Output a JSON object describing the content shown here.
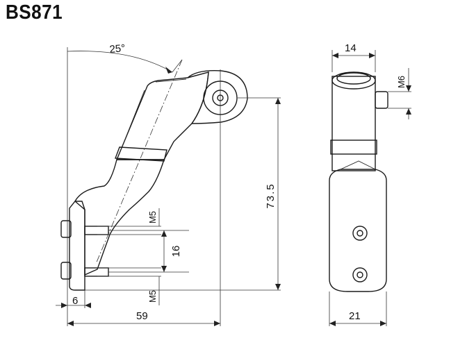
{
  "model": "BS871",
  "dimensions": {
    "angle": "25°",
    "top_width": "14",
    "side_thread": "M6",
    "height": "73.5",
    "upper_thread": "M5",
    "hole_spacing": "16",
    "lower_thread": "M5",
    "left_offset": "6",
    "total_length": "59",
    "front_width": "21"
  }
}
